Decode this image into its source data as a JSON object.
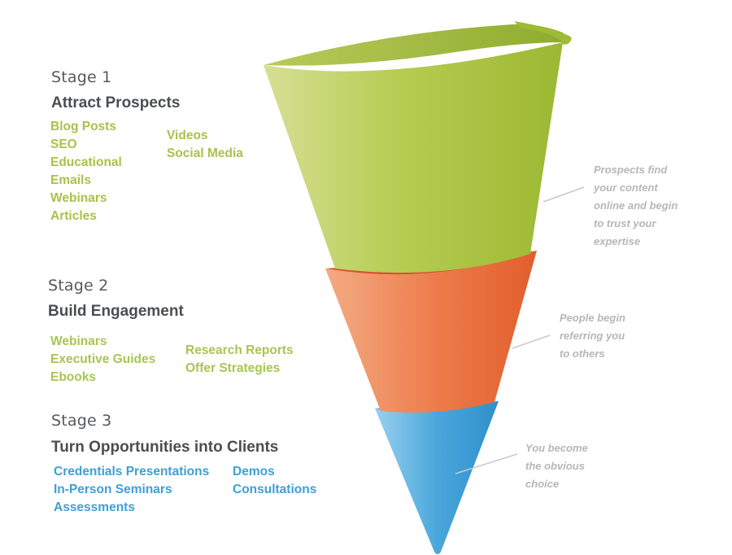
{
  "stages": [
    {
      "label": "Stage 1",
      "title": "Attract Prospects",
      "tactics_col1": [
        "Blog Posts",
        "SEO",
        "Educational",
        "Emails",
        "Webinars",
        "Articles"
      ],
      "tactics_col2": [
        "Videos",
        "Social Media"
      ],
      "note": "Prospects find\nyour content\nonline and begin\nto trust your\nexpertise",
      "color": "#a9c24a"
    },
    {
      "label": "Stage 2",
      "title": "Build Engagement",
      "tactics_col1": [
        "Webinars",
        "Executive Guides",
        "Ebooks"
      ],
      "tactics_col2": [
        "Research Reports",
        "Offer Strategies"
      ],
      "note": "People begin\nreferring you\nto others",
      "color": "#e9673a"
    },
    {
      "label": "Stage 3",
      "title": "Turn Opportunities into Clients",
      "tactics_col1": [
        "Credentials Presentations",
        "In-Person Seminars",
        "Assessments"
      ],
      "tactics_col2": [
        "Demos",
        "Consultations"
      ],
      "note": "You become\nthe obvious\nchoice",
      "color": "#3d9fd6"
    }
  ],
  "colors": {
    "green_light": "#d3dd8e",
    "green": "#aac63e",
    "green_dark": "#8eab2c",
    "orange_light": "#f1a27a",
    "orange": "#e8693c",
    "orange_dark": "#d9572c",
    "blue_light": "#8cc9ee",
    "blue": "#3d9fd6",
    "blue_dark": "#2a86c2",
    "label_text": "#555a5e",
    "note_text": "#b4b7ba"
  }
}
